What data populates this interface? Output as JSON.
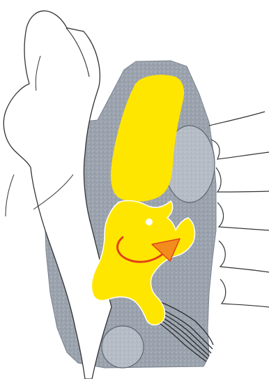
{
  "figure": {
    "kind": "anatomical-illustration",
    "regions": [
      {
        "name": "foot-and-leg-outline",
        "style": "line-drawing"
      },
      {
        "name": "gray-tissue-block"
      },
      {
        "name": "upper-yellow-region"
      },
      {
        "name": "lower-yellow-region"
      },
      {
        "name": "central-small-hole"
      },
      {
        "name": "round-gray-structure-upper-right"
      },
      {
        "name": "round-gray-structure-bottom"
      },
      {
        "name": "fiber-bundle"
      },
      {
        "name": "curved-motion-arrow"
      },
      {
        "name": "right-side-finger-outlines",
        "style": "line-drawing"
      }
    ],
    "colors": {
      "paper": "#ffffff",
      "gray_tissue": "#9aa2ad",
      "gray_tissue_light": "#b6bcc6",
      "yellow": "#ffe600",
      "arrow_fill": "#f28c1c",
      "arrow_stroke": "#e2401a",
      "outline": "#333333",
      "fiber": "#2a2a2a"
    }
  }
}
